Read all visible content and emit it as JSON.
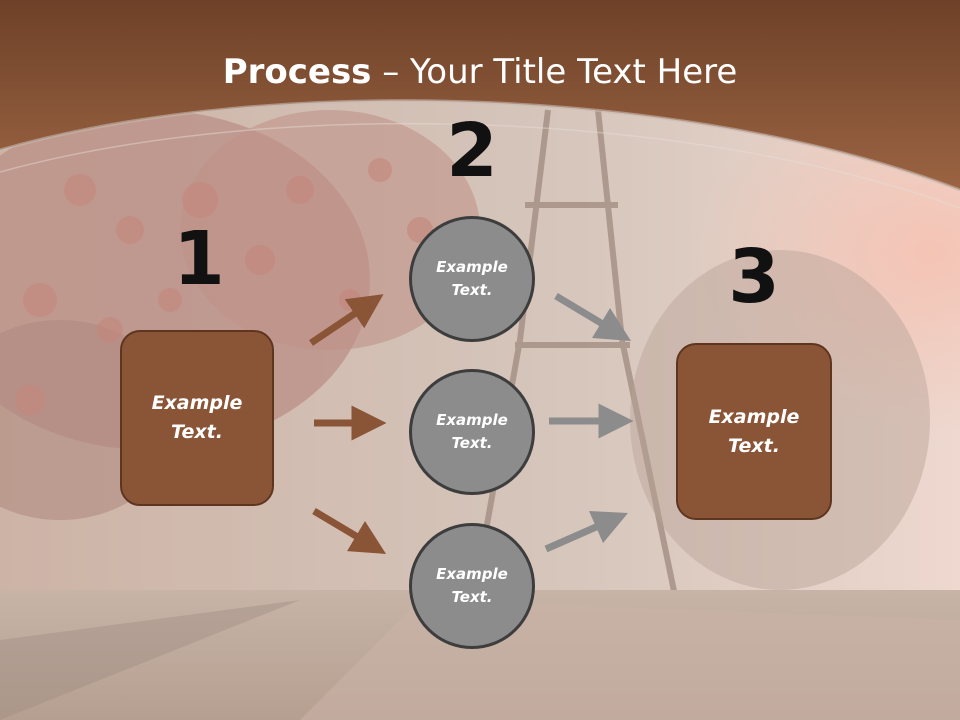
{
  "title": {
    "bold": "Process",
    "rest": " – Your Title Text Here"
  },
  "steps": {
    "one": "1",
    "two": "2",
    "three": "3"
  },
  "left_box": {
    "text": "Example\nText."
  },
  "right_box": {
    "text": "Example\nText."
  },
  "circles": [
    {
      "text": "Example\nText."
    },
    {
      "text": "Example\nText."
    },
    {
      "text": "Example\nText."
    }
  ],
  "colors": {
    "header_brown": "#8a5437",
    "box_fill": "#8a5437",
    "circle_fill": "#8c8c8c",
    "arrow_brown": "#8a5437",
    "arrow_gray": "#8c8c8c"
  }
}
